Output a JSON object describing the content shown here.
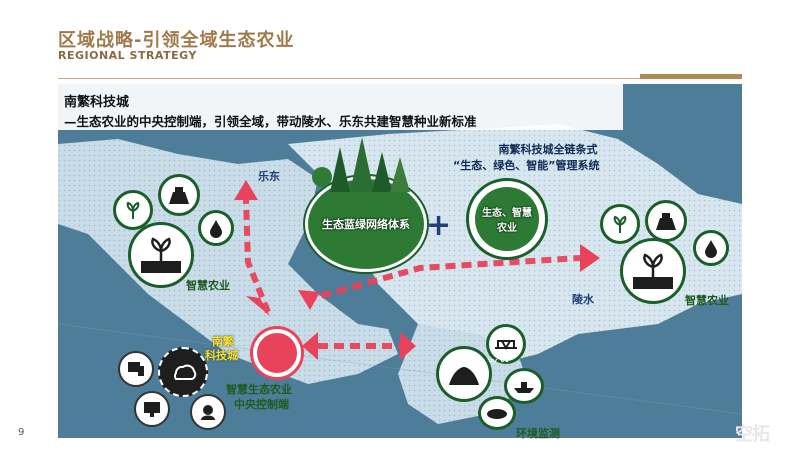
{
  "page": {
    "title_cn": "区域战略-引领全域生态农业",
    "title_en": "REGIONAL STRATEGY",
    "page_number": "9",
    "corner_logo": "空拓"
  },
  "header": {
    "line1": "南繁科技城",
    "line2": "—生态农业的中央控制端，引领全域，带动陵水、乐东共建智慧种业新标准"
  },
  "map_labels": {
    "ledong": "乐东",
    "lingshui": "陵水",
    "smart_agri_left": "智慧农业",
    "smart_agri_right": "智慧农业",
    "nanfan_city_line1": "南繁",
    "nanfan_city_line2": "科技城",
    "control_line1": "智慧生态农业",
    "control_line2": "中央控制端",
    "env_monitor": "环境监测",
    "ecosystem": "生态蓝绿网络体系",
    "chain_title_line1": "南繁科技城全链条式",
    "chain_title_line2": "“生态、绿色、智能”管理系统",
    "chain_circle_line1": "生态、智慧",
    "chain_circle_line2": "农业",
    "plus": "+"
  },
  "colors": {
    "sea": "#4e7d99",
    "land": "#c8dbe6",
    "arrow": "#e8435a",
    "brand_gold": "#a07a4a",
    "eco_green": "#1b5e2a"
  },
  "icons": [
    "seedling-icon",
    "sprout-hand-icon",
    "field-icon",
    "water-drop-icon",
    "target-icon",
    "cloud-network-icon",
    "device-icon",
    "monitor-icon",
    "headset-icon",
    "bridge-icon",
    "birds-icon",
    "boat-icon",
    "bins-icon",
    "debris-icon"
  ]
}
